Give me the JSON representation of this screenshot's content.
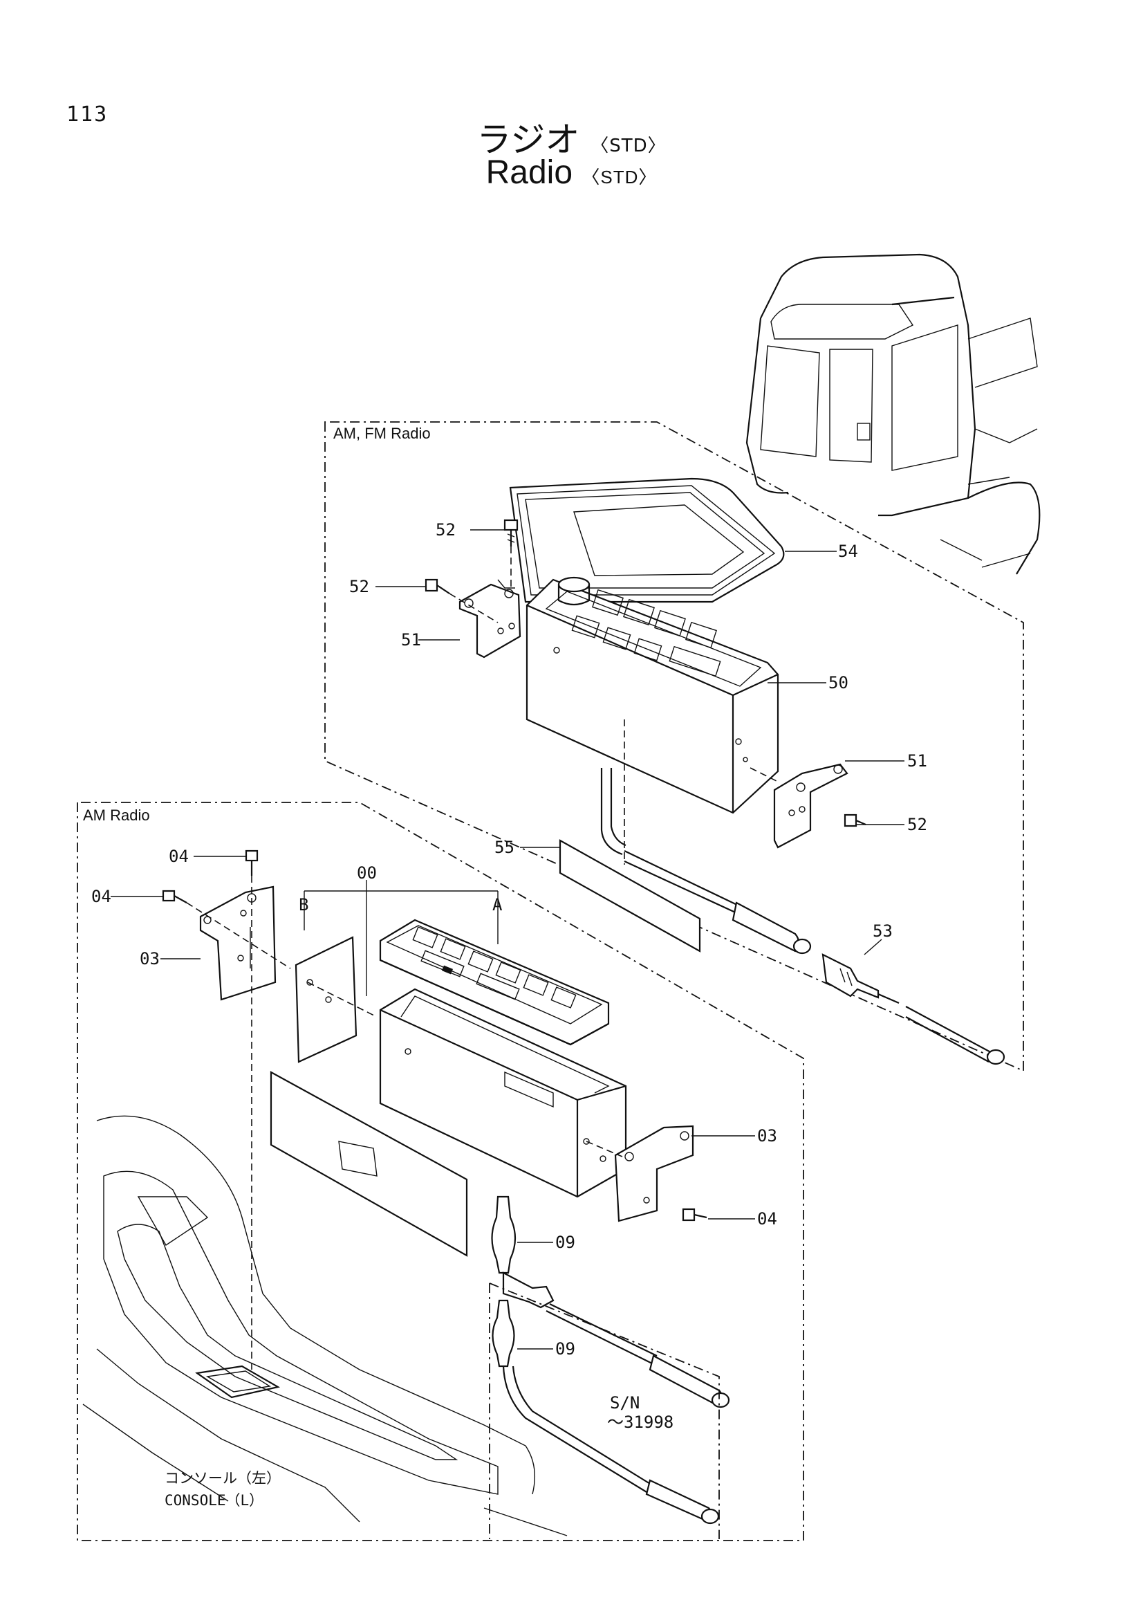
{
  "page_number": "113",
  "title": {
    "jp": "ラジオ",
    "en": "Radio",
    "suffix": "〈STD〉"
  },
  "sections": {
    "am_fm": "AM, FM Radio",
    "am": "AM Radio"
  },
  "labels": {
    "p52a": "52",
    "p52b": "52",
    "p54": "54",
    "p51a": "51",
    "p50": "50",
    "p51b": "51",
    "p52c": "52",
    "p55": "55",
    "p53": "53",
    "p04a": "04",
    "p04b": "04",
    "p00": "00",
    "pB": "B",
    "pA": "A",
    "p03a": "03",
    "p03b": "03",
    "p04c": "04",
    "p09a": "09",
    "p09b": "09"
  },
  "serial_note": {
    "line1": "S/N",
    "line2": "～31998"
  },
  "console": {
    "jp": "コンソール（左）",
    "en": "CONSOLE（L）"
  }
}
